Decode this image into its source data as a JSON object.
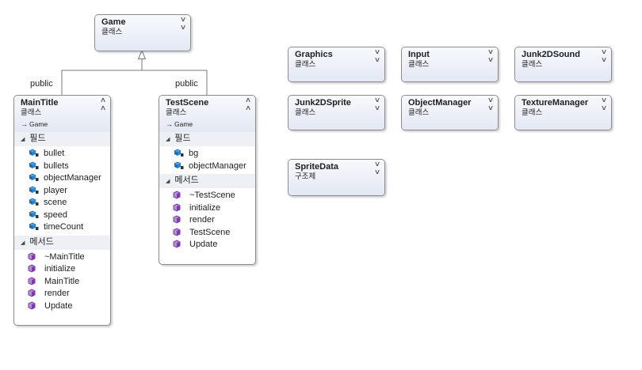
{
  "relationship_labels": {
    "left": "public",
    "right": "public"
  },
  "icons": {
    "collapse": "double-chevron-up-icon",
    "expand": "double-chevron-down-icon",
    "section": "triangle-icon",
    "field": "field-icon",
    "method": "method-icon",
    "inheritance_arrow": "arrow-icon"
  },
  "colors": {
    "field_icon": "#1c6fb4",
    "method_icon": "#7a3ca6",
    "header_gradient_end": "#e3e8f4"
  },
  "classes": {
    "game": {
      "name": "Game",
      "kind": "클래스"
    },
    "main_title": {
      "name": "MainTitle",
      "kind": "클래스",
      "base": "Game",
      "fields_header": "필드",
      "fields": [
        "bullet",
        "bullets",
        "objectManager",
        "player",
        "scene",
        "speed",
        "timeCount"
      ],
      "methods_header": "메서드",
      "methods": [
        "~MainTitle",
        "initialize",
        "MainTitle",
        "render",
        "Update"
      ]
    },
    "test_scene": {
      "name": "TestScene",
      "kind": "클래스",
      "base": "Game",
      "fields_header": "필드",
      "fields": [
        "bg",
        "objectManager"
      ],
      "methods_header": "메서드",
      "methods": [
        "~TestScene",
        "initialize",
        "render",
        "TestScene",
        "Update"
      ]
    },
    "graphics": {
      "name": "Graphics",
      "kind": "클래스"
    },
    "input": {
      "name": "Input",
      "kind": "클래스"
    },
    "junk2d_sound": {
      "name": "Junk2DSound",
      "kind": "클래스"
    },
    "junk2d_sprite": {
      "name": "Junk2DSprite",
      "kind": "클래스"
    },
    "object_manager": {
      "name": "ObjectManager",
      "kind": "클래스"
    },
    "texture_manager": {
      "name": "TextureManager",
      "kind": "클래스"
    },
    "sprite_data": {
      "name": "SpriteData",
      "kind": "구조체"
    }
  }
}
